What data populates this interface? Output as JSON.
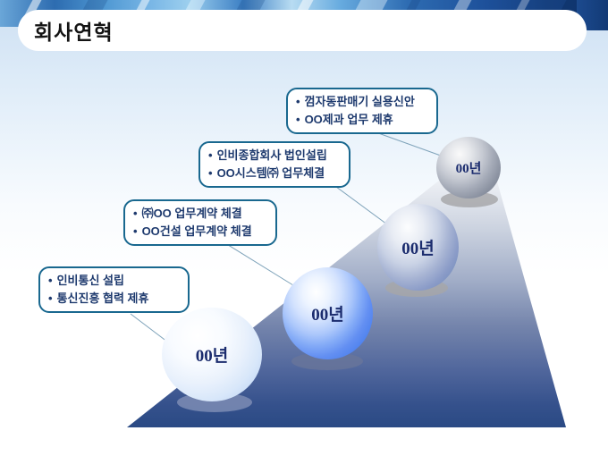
{
  "title": "회사연혁",
  "bullet": "•",
  "milestones": [
    {
      "year": "00년",
      "events": [
        "인비통신 설립",
        "통신진흥 협력 제휴"
      ]
    },
    {
      "year": "00년",
      "events": [
        "㈜OO 업무계약 체결",
        "OO건설 업무계약 체결"
      ]
    },
    {
      "year": "00년",
      "events": [
        "인비종합회사 법인설립",
        "OO시스템㈜ 업무체결"
      ]
    },
    {
      "year": "00년",
      "events": [
        "껌자동판매기 실용신안",
        "OO제과 업무 제휴"
      ]
    }
  ],
  "colors": {
    "box_border": "#19688f",
    "box_text": "#1e3a6e",
    "year_text": "#1b2c6e",
    "ramp_bottom": "#2a4a84",
    "banner_blue": "#2565ae",
    "connector": "#7fa3ba"
  }
}
